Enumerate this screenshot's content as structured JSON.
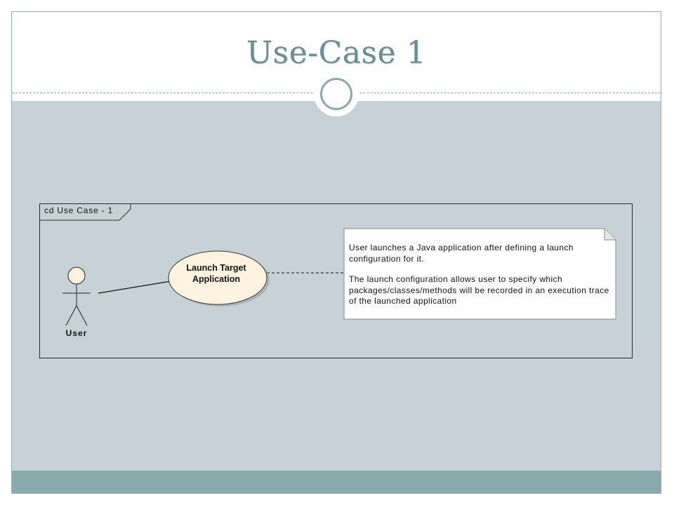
{
  "slide": {
    "title": "Use-Case 1"
  },
  "diagram": {
    "frame_label": "cd Use Case - 1",
    "actor": {
      "name": "User"
    },
    "use_case": {
      "line1": "Launch Target",
      "line2": "Application"
    },
    "note": {
      "paragraph1": "User launches a Java application after defining a launch configuration for it.",
      "paragraph2": "The launch configuration allows user to specify which packages/classes/methods will be recorded in an execution trace of the launched application"
    }
  },
  "colors": {
    "title": "#6a8f92",
    "content_band": "#c6d2d8",
    "bottom_band": "#89abae",
    "use_case_fill": "#fdf3df",
    "actor_fill": "#fdf3df"
  }
}
